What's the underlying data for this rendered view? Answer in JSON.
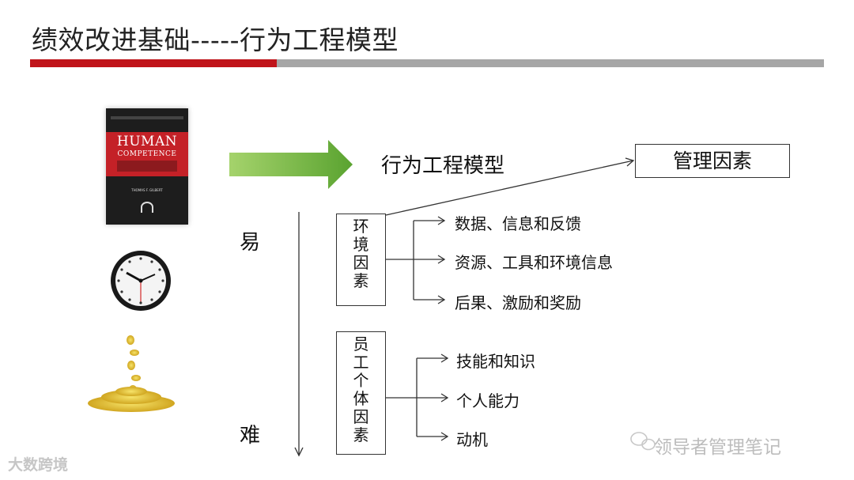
{
  "title": "绩效改进基础-----行为工程模型",
  "book": {
    "title_line1": "HUMAN",
    "title_line2": "COMPETENCE",
    "author": "THOMAS F. GILBERT"
  },
  "model_label": "行为工程模型",
  "management_factors": "管理因素",
  "scale": {
    "easy": "易",
    "hard": "难"
  },
  "environment": {
    "label": "环境因素",
    "items": [
      "数据、信息和反馈",
      "资源、工具和环境信息",
      "后果、激励和奖励"
    ]
  },
  "employee": {
    "label": "员工个体因素",
    "items": [
      "技能和知识",
      "个人能力",
      "动机"
    ]
  },
  "watermark_right": "领导者管理笔记",
  "watermark_left": "大数跨境",
  "colors": {
    "accent_red": "#c0141a",
    "bar_grey": "#a6a6a6",
    "arrow_green": "#6cb33f"
  }
}
